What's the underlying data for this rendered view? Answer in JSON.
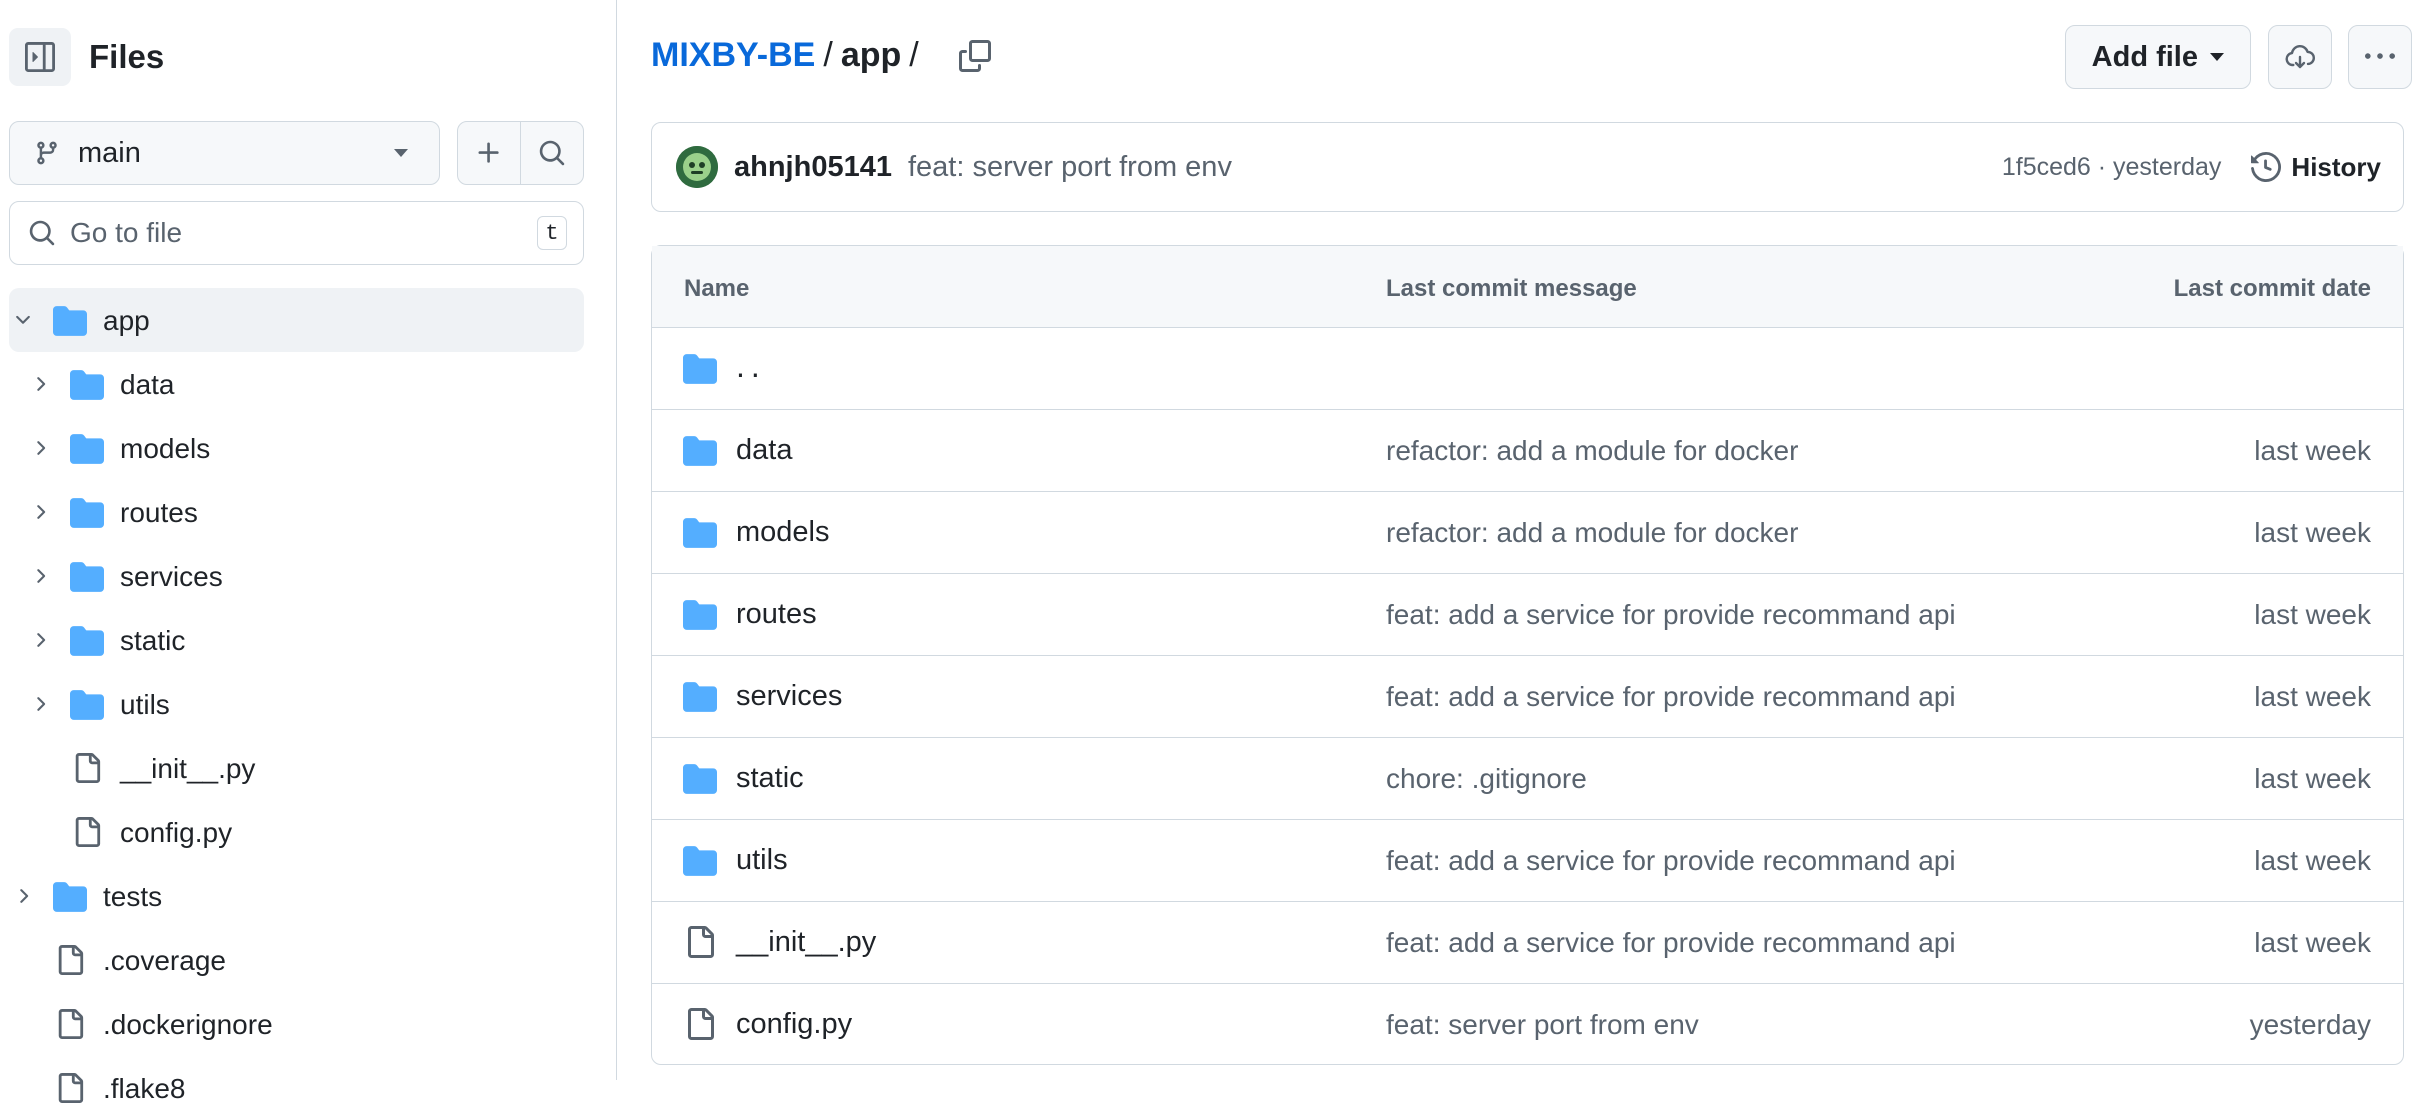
{
  "sidebar": {
    "title": "Files",
    "branch": "main",
    "search_placeholder": "Go to file",
    "shortcut_key": "t",
    "tree": [
      {
        "name": "app",
        "type": "folder",
        "level": 0,
        "expanded": true,
        "active": true
      },
      {
        "name": "data",
        "type": "folder",
        "level": 1,
        "expanded": false
      },
      {
        "name": "models",
        "type": "folder",
        "level": 1,
        "expanded": false
      },
      {
        "name": "routes",
        "type": "folder",
        "level": 1,
        "expanded": false
      },
      {
        "name": "services",
        "type": "folder",
        "level": 1,
        "expanded": false
      },
      {
        "name": "static",
        "type": "folder",
        "level": 1,
        "expanded": false
      },
      {
        "name": "utils",
        "type": "folder",
        "level": 1,
        "expanded": false
      },
      {
        "name": "__init__.py",
        "type": "file",
        "level": 1
      },
      {
        "name": "config.py",
        "type": "file",
        "level": 1
      },
      {
        "name": "tests",
        "type": "folder",
        "level": 0,
        "expanded": false
      },
      {
        "name": ".coverage",
        "type": "file",
        "level": 0
      },
      {
        "name": ".dockerignore",
        "type": "file",
        "level": 0
      },
      {
        "name": ".flake8",
        "type": "file",
        "level": 0
      }
    ]
  },
  "breadcrumb": {
    "repo": "MIXBY-BE",
    "sep1": "/",
    "dir": "app",
    "sep2": "/"
  },
  "actions": {
    "add_file": "Add file"
  },
  "commit": {
    "author": "ahnjh05141",
    "message": "feat: server port from env",
    "meta": "1f5ced6 · yesterday",
    "history_label": "History"
  },
  "table": {
    "headers": {
      "name": "Name",
      "message": "Last commit message",
      "date": "Last commit date"
    },
    "parent_dir": "..",
    "rows": [
      {
        "name": "data",
        "type": "folder",
        "message": "refactor: add a module for docker",
        "date": "last week"
      },
      {
        "name": "models",
        "type": "folder",
        "message": "refactor: add a module for docker",
        "date": "last week"
      },
      {
        "name": "routes",
        "type": "folder",
        "message": "feat: add a service for provide recommand api",
        "date": "last week"
      },
      {
        "name": "services",
        "type": "folder",
        "message": "feat: add a service for provide recommand api",
        "date": "last week"
      },
      {
        "name": "static",
        "type": "folder",
        "message": "chore: .gitignore",
        "date": "last week"
      },
      {
        "name": "utils",
        "type": "folder",
        "message": "feat: add a service for provide recommand api",
        "date": "last week"
      },
      {
        "name": "__init__.py",
        "type": "file",
        "message": "feat: add a service for provide recommand api",
        "date": "last week"
      },
      {
        "name": "config.py",
        "type": "file",
        "message": "feat: server port from env",
        "date": "yesterday"
      }
    ]
  },
  "colors": {
    "folder": "#54aeff",
    "link": "#0969da",
    "muted": "#59636e",
    "border": "#d1d9e0"
  }
}
